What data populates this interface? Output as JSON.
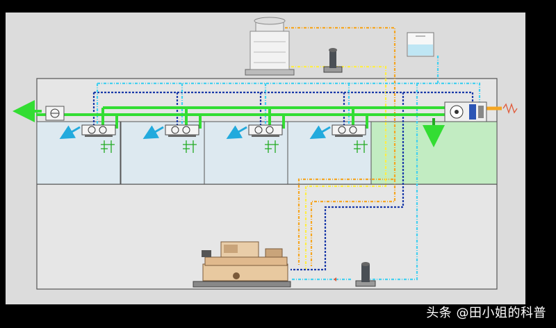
{
  "watermark": "头条 @田小姐的科普",
  "colors": {
    "background": "#000000",
    "canvas": "#dcdcdc",
    "room": "#dde9f0",
    "room_fresh_air": "#c2ecc2",
    "air_duct": "#33dd33",
    "condenser_loop": "#f5a623",
    "condenser_return": "#ffee44",
    "chilled_supply": "#1a3aa8",
    "chilled_return": "#44d0f0",
    "air_arrow": "#22aadd"
  },
  "icons": {
    "cooling_tower": "cooling-tower-icon",
    "pump": "pump-icon",
    "expansion_tank": "expansion-tank-icon",
    "chiller": "chiller-icon",
    "fan_coil": "fan-coil-icon",
    "air_handler": "air-handler-icon",
    "exhaust_fan": "exhaust-fan-icon"
  },
  "rooms": [
    {
      "id": "room-1",
      "type": "conditioned"
    },
    {
      "id": "room-2",
      "type": "conditioned"
    },
    {
      "id": "room-3",
      "type": "conditioned"
    },
    {
      "id": "room-4",
      "type": "conditioned"
    },
    {
      "id": "room-5",
      "type": "fresh-air"
    }
  ]
}
